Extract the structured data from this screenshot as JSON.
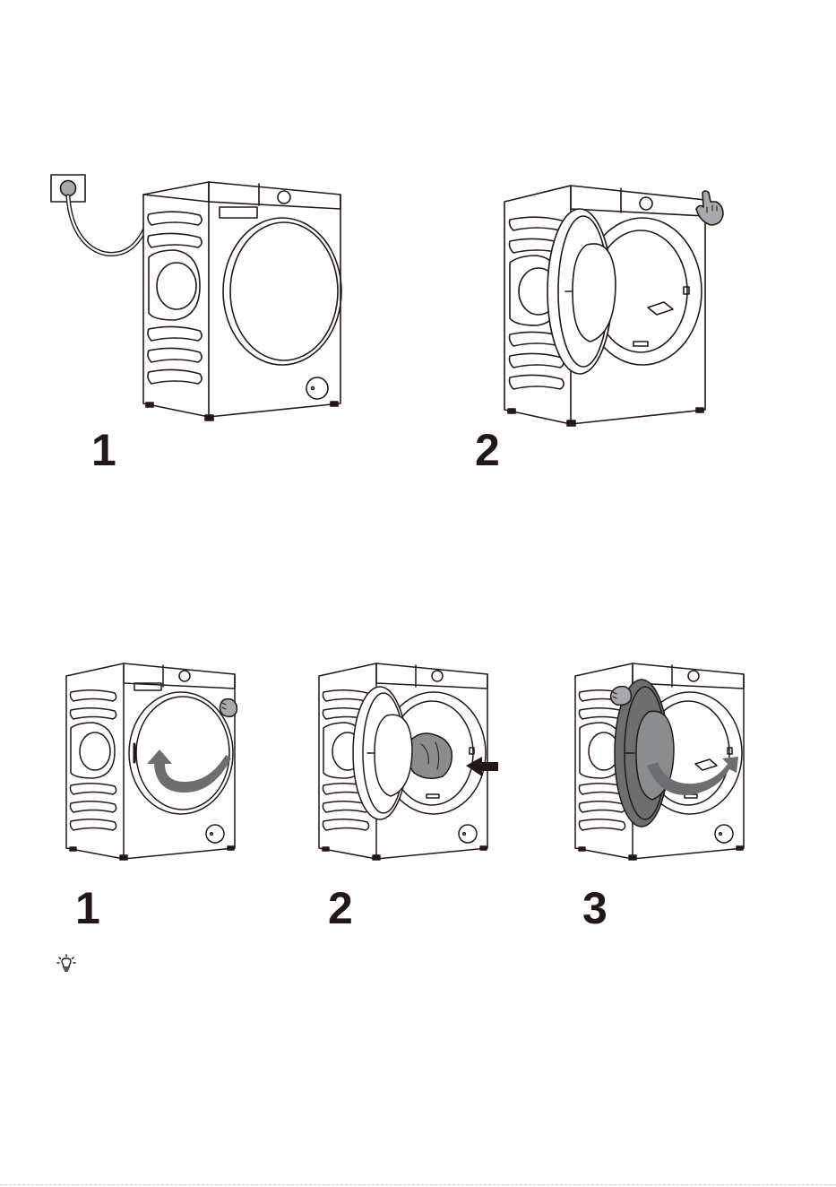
{
  "sections": [
    {
      "name": "top-row",
      "steps": [
        {
          "number": "1",
          "scene": "power-plug-connected-closed-door"
        },
        {
          "number": "2",
          "scene": "press-power-door-open"
        }
      ]
    },
    {
      "name": "bottom-row",
      "steps": [
        {
          "number": "1",
          "scene": "open-door"
        },
        {
          "number": "2",
          "scene": "load-laundry"
        },
        {
          "number": "3",
          "scene": "close-door"
        }
      ]
    }
  ],
  "icons": {
    "tip": "lightbulb-icon",
    "socket": "power-socket-icon",
    "hand": "hand-pointer-icon",
    "rotate": "curved-arrow-icon",
    "push": "arrow-left-icon"
  },
  "colors": {
    "line": "#231815",
    "highlight_gray": "#6d6e70",
    "hand_gray": "#a7a9ac",
    "laundry_gray": "#8a8c8e"
  }
}
